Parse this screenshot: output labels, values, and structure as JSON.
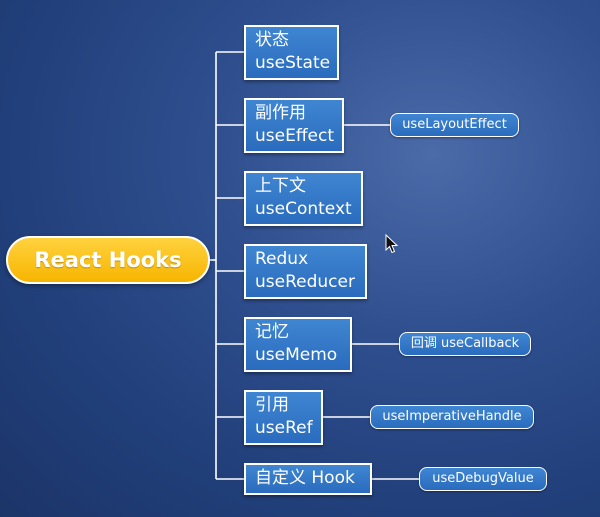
{
  "root": {
    "label": "React Hooks"
  },
  "hooks": [
    {
      "title": "状态",
      "hook": "useState"
    },
    {
      "title": "副作用",
      "hook": "useEffect",
      "related": "useLayoutEffect"
    },
    {
      "title": "上下文",
      "hook": "useContext"
    },
    {
      "title": "Redux",
      "hook": "useReducer"
    },
    {
      "title": "记忆",
      "hook": "useMemo",
      "related": "回调 useCallback"
    },
    {
      "title": "引用",
      "hook": "useRef",
      "related": "useImperativeHandle"
    },
    {
      "title": "自定义 Hook",
      "related": "useDebugValue"
    }
  ],
  "colors": {
    "background": "#2a4a8a",
    "root_fill": "#f9bf14",
    "node_fill": "#3177c8",
    "connector": "#ffffff"
  },
  "icons": {
    "cursor": "mouse-pointer-icon"
  }
}
